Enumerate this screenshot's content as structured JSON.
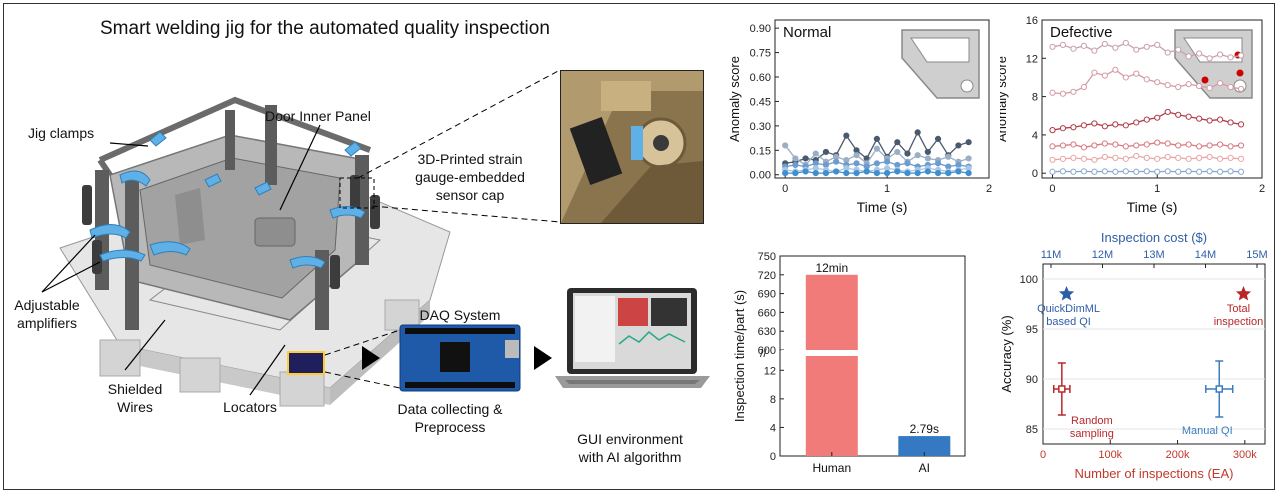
{
  "jig": {
    "title": "Smart welding jig for the automated quality inspection",
    "labels": {
      "door": "Door Inner Panel",
      "clamps": "Jig clamps",
      "sensor1": "3D-Printed strain",
      "sensor2": "gauge-embedded",
      "sensor3": "sensor cap",
      "amp1": "Adjustable",
      "amp2": "amplifiers",
      "wires1": "Shielded",
      "wires2": "Wires",
      "locators": "Locators",
      "daq": "DAQ System",
      "collect1": "Data collecting &",
      "collect2": "Preprocess",
      "gui1": "GUI environment",
      "gui2": "with AI algorithm"
    }
  },
  "chart_data": [
    {
      "type": "line",
      "title": "Normal",
      "xlabel": "Time (s)",
      "ylabel": "Anomaly score",
      "xlim": [
        -0.1,
        2.0
      ],
      "ylim": [
        -0.02,
        0.95
      ],
      "xticks": [
        "0",
        "1",
        "2"
      ],
      "yticks": [
        "0.00",
        "0.15",
        "0.30",
        "0.45",
        "0.60",
        "0.75",
        "0.90"
      ],
      "x": [
        0.0,
        0.1,
        0.2,
        0.3,
        0.4,
        0.5,
        0.6,
        0.7,
        0.8,
        0.9,
        1.0,
        1.1,
        1.2,
        1.3,
        1.4,
        1.5,
        1.6,
        1.7,
        1.8
      ],
      "series": [
        {
          "color": "#4a5a6e",
          "values": [
            0.07,
            0.08,
            0.1,
            0.09,
            0.14,
            0.12,
            0.24,
            0.15,
            0.1,
            0.22,
            0.11,
            0.2,
            0.13,
            0.26,
            0.14,
            0.22,
            0.12,
            0.18,
            0.2
          ]
        },
        {
          "color": "#9aaec6",
          "values": [
            0.18,
            0.1,
            0.06,
            0.13,
            0.08,
            0.11,
            0.09,
            0.12,
            0.07,
            0.16,
            0.1,
            0.14,
            0.08,
            0.12,
            0.1,
            0.09,
            0.11,
            0.08,
            0.1
          ]
        },
        {
          "color": "#6c9ccf",
          "values": [
            0.05,
            0.06,
            0.05,
            0.07,
            0.06,
            0.08,
            0.06,
            0.07,
            0.05,
            0.07,
            0.08,
            0.06,
            0.07,
            0.05,
            0.06,
            0.07,
            0.05,
            0.06,
            0.05
          ]
        },
        {
          "color": "#a9c7e3",
          "values": [
            0.03,
            0.02,
            0.03,
            0.04,
            0.03,
            0.02,
            0.04,
            0.03,
            0.02,
            0.03,
            0.04,
            0.03,
            0.02,
            0.03,
            0.04,
            0.03,
            0.02,
            0.03,
            0.04
          ]
        },
        {
          "color": "#3f8fcf",
          "values": [
            0.01,
            0.01,
            0.02,
            0.01,
            0.01,
            0.02,
            0.01,
            0.01,
            0.02,
            0.01,
            0.01,
            0.02,
            0.01,
            0.01,
            0.02,
            0.01,
            0.01,
            0.02,
            0.01
          ]
        }
      ]
    },
    {
      "type": "line",
      "title": "Defective",
      "xlabel": "Time (s)",
      "ylabel": "Anomaly score",
      "xlim": [
        -0.1,
        2.0
      ],
      "ylim": [
        -0.5,
        16
      ],
      "xticks": [
        "0",
        "1",
        "2"
      ],
      "yticks": [
        "0",
        "4",
        "8",
        "12",
        "16"
      ],
      "x": [
        0.0,
        0.1,
        0.2,
        0.3,
        0.4,
        0.5,
        0.6,
        0.7,
        0.8,
        0.9,
        1.0,
        1.1,
        1.2,
        1.3,
        1.4,
        1.5,
        1.6,
        1.7,
        1.8
      ],
      "series": [
        {
          "color": "#c9a0a8",
          "values": [
            13.2,
            13.4,
            13.0,
            13.3,
            12.8,
            13.5,
            13.1,
            13.6,
            12.9,
            13.2,
            13.4,
            12.6,
            12.9,
            12.2,
            12.5,
            12.0,
            12.4,
            12.1,
            12.3
          ]
        },
        {
          "color": "#d69aa5",
          "values": [
            8.4,
            8.3,
            8.5,
            9.0,
            10.5,
            10.2,
            10.8,
            10.0,
            10.4,
            9.8,
            9.5,
            9.2,
            9.0,
            9.3,
            9.1,
            8.9,
            9.4,
            9.0,
            8.8
          ]
        },
        {
          "color": "#b03a48",
          "values": [
            4.5,
            4.7,
            4.8,
            5.0,
            5.2,
            4.9,
            5.1,
            5.0,
            5.3,
            5.6,
            5.8,
            6.4,
            6.1,
            5.9,
            5.7,
            5.5,
            5.6,
            5.3,
            5.1
          ]
        },
        {
          "color": "#d7797f",
          "values": [
            2.8,
            2.9,
            3.0,
            2.7,
            2.9,
            3.1,
            3.0,
            2.8,
            2.9,
            3.0,
            3.2,
            3.1,
            2.9,
            3.0,
            2.8,
            2.9,
            3.0,
            2.8,
            2.9
          ]
        },
        {
          "color": "#e9a5a2",
          "values": [
            1.4,
            1.5,
            1.6,
            1.5,
            1.4,
            1.7,
            1.6,
            1.5,
            1.8,
            1.6,
            1.5,
            1.7,
            1.6,
            1.5,
            1.6,
            1.7,
            1.5,
            1.6,
            1.5
          ]
        },
        {
          "color": "#88a8d0",
          "values": [
            0.15,
            0.2,
            0.15,
            0.2,
            0.15,
            0.2,
            0.15,
            0.2,
            0.15,
            0.2,
            0.15,
            0.2,
            0.15,
            0.2,
            0.15,
            0.2,
            0.15,
            0.2,
            0.15
          ]
        }
      ]
    },
    {
      "type": "bar",
      "xlabel": "",
      "ylabel": "Inspection time/part (s)",
      "categories": [
        "Human",
        "AI"
      ],
      "values": [
        720,
        2.79
      ],
      "data_labels": [
        "12min",
        "2.79s"
      ],
      "colors": [
        "#f07b78",
        "#3579c2"
      ],
      "yticks_upper": [
        "600",
        "630",
        "660",
        "690",
        "720",
        "750"
      ],
      "yticks_lower": [
        "0",
        "4",
        "8",
        "12"
      ],
      "axis_break": [
        12,
        600
      ]
    },
    {
      "type": "scatter",
      "xlabel": "Number of inspections (EA)",
      "ylabel": "Accuracy (%)",
      "top_xlabel": "Inspection cost ($)",
      "xlim": [
        0,
        330000
      ],
      "ylim": [
        83.5,
        101.5
      ],
      "xticks": [
        "0",
        "100k",
        "200k",
        "300k"
      ],
      "top_xticks": [
        "11M",
        "12M",
        "13M",
        "14M",
        "15M"
      ],
      "yticks": [
        "85",
        "90",
        "95",
        "100"
      ],
      "points": [
        {
          "label1": "QuickDimML",
          "label2": "based QI",
          "x": 35000,
          "y": 98.5,
          "marker": "star",
          "color": "#2f5ea8"
        },
        {
          "label1": "Total",
          "label2": "inspection",
          "x": 298000,
          "y": 98.5,
          "marker": "star",
          "color": "#b8282b"
        },
        {
          "label1": "Random",
          "label2": "sampling",
          "x": 28000,
          "y": 89.0,
          "xerr": 12000,
          "yerr": 2.6,
          "marker": "errorbar",
          "color": "#b8282b"
        },
        {
          "label1": "Manual QI",
          "label2": "",
          "x": 262000,
          "y": 89.0,
          "xerr": 20000,
          "yerr": 2.8,
          "marker": "errorbar",
          "color": "#3a7cbf"
        }
      ]
    }
  ]
}
